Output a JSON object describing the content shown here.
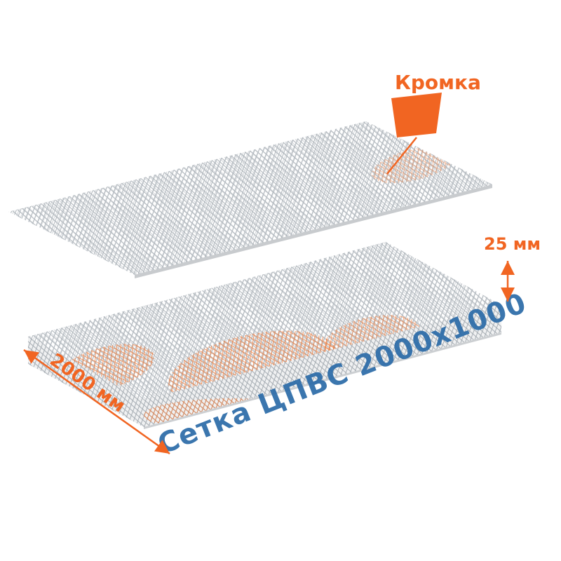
{
  "page": {
    "background": "#ffffff"
  },
  "figure": {
    "description_name": "expanded-metal-mesh-sheet-diagram",
    "callout": {
      "label": "Кромка"
    },
    "dimensions": {
      "length": "2000 мм",
      "height": "25 мм"
    },
    "watermark": "Сетка ЦПВС 2000х1000",
    "colors": {
      "accent_orange": "#f16522",
      "accent_blue": "#2b6ba8",
      "mesh_gray": "#a9b0b6",
      "mesh_gray_light": "#b8bec4",
      "mesh_orange": "#ef7b3a"
    }
  }
}
